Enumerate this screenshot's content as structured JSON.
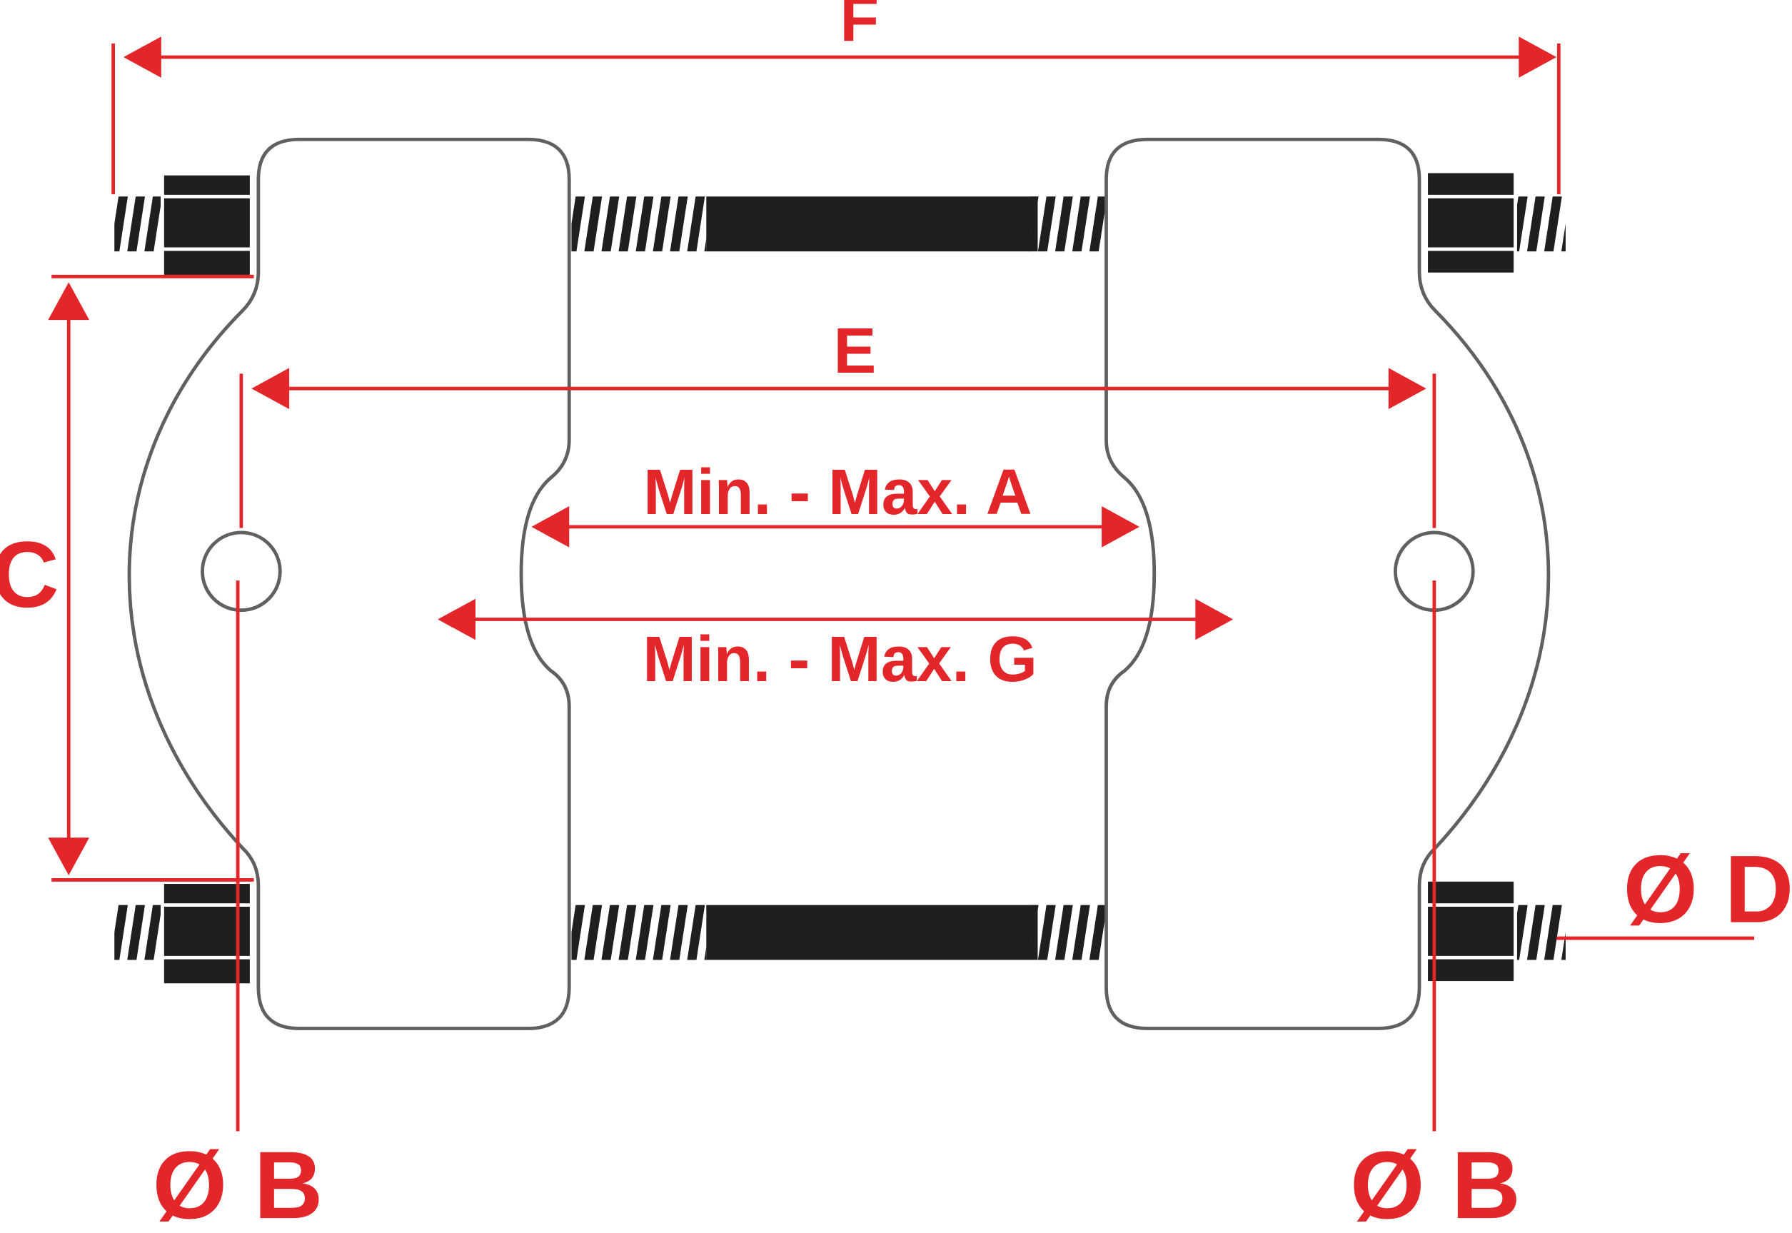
{
  "labels": {
    "F": "F",
    "E": "E",
    "C": "C",
    "A": "Min. - Max. A",
    "G": "Min. - Max. G",
    "B_left": "Ø B",
    "B_right": "Ø B",
    "D": "Ø D"
  },
  "colors": {
    "dimension": "#e3262a",
    "outline": "#606060",
    "bolt": "#1f1f1f",
    "background": "#ffffff"
  }
}
